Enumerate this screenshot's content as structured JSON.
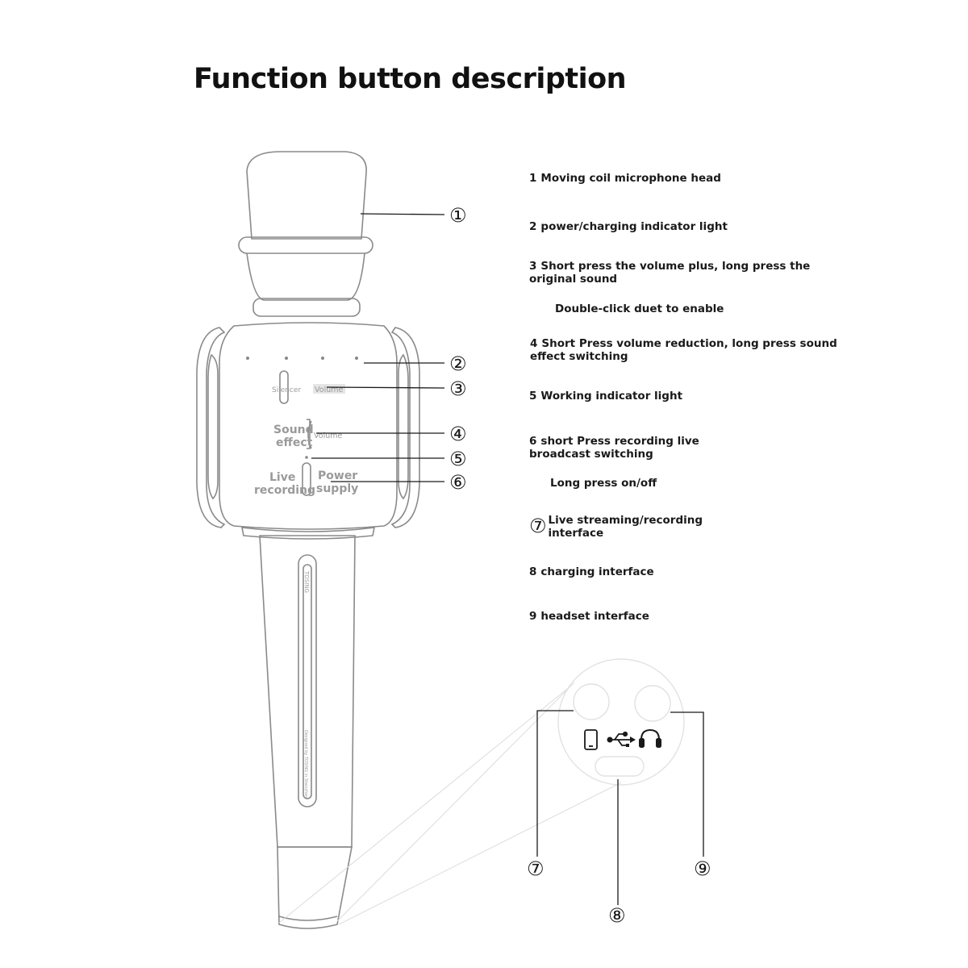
{
  "title": "Function button description",
  "descriptions": [
    {
      "num": "1",
      "lines": [
        "Moving coil microphone head"
      ]
    },
    {
      "num": "2",
      "lines": [
        "power/charging indicator light"
      ]
    },
    {
      "num": "3",
      "lines": [
        "Short press the volume plus, long press the",
        "original sound"
      ]
    },
    {
      "num": "",
      "lines": [
        "Double-click duet to enable"
      ]
    },
    {
      "num": "4",
      "lines": [
        "Short Press volume reduction, long press sound",
        "effect switching"
      ]
    },
    {
      "num": "5",
      "lines": [
        "Working indicator light"
      ]
    },
    {
      "num": "6",
      "lines": [
        "short Press recording live",
        "broadcast switching"
      ]
    },
    {
      "num": "",
      "lines": [
        "Long press on/off"
      ]
    },
    {
      "num": "⑦",
      "lines": [
        "Live streaming/recording",
        "interface"
      ]
    },
    {
      "num": "8",
      "lines": [
        "charging interface"
      ]
    },
    {
      "num": "9",
      "lines": [
        "headset interface"
      ]
    }
  ],
  "callouts": [
    "①",
    "②",
    "③",
    "④",
    "⑤",
    "⑥",
    "⑦",
    "⑧",
    "⑨"
  ],
  "mic_labels": {
    "silencer": "Silencer",
    "volume_up": "Volume",
    "sound": "Sound",
    "effect": "effect",
    "volume_down": "Volume",
    "live": "Live",
    "recording": "recording",
    "power": "Power",
    "supply": "supply",
    "brand": "TOSING",
    "designed": "Designed by TOSING in Shenzhen"
  },
  "port_icons": [
    "phone-icon",
    "usb-icon",
    "headphones-icon"
  ],
  "colors": {
    "line": "#1a1a1a",
    "outline": "#8a8a8a",
    "faint": "#cfcfcf",
    "grey_text": "#9a9a9a"
  }
}
